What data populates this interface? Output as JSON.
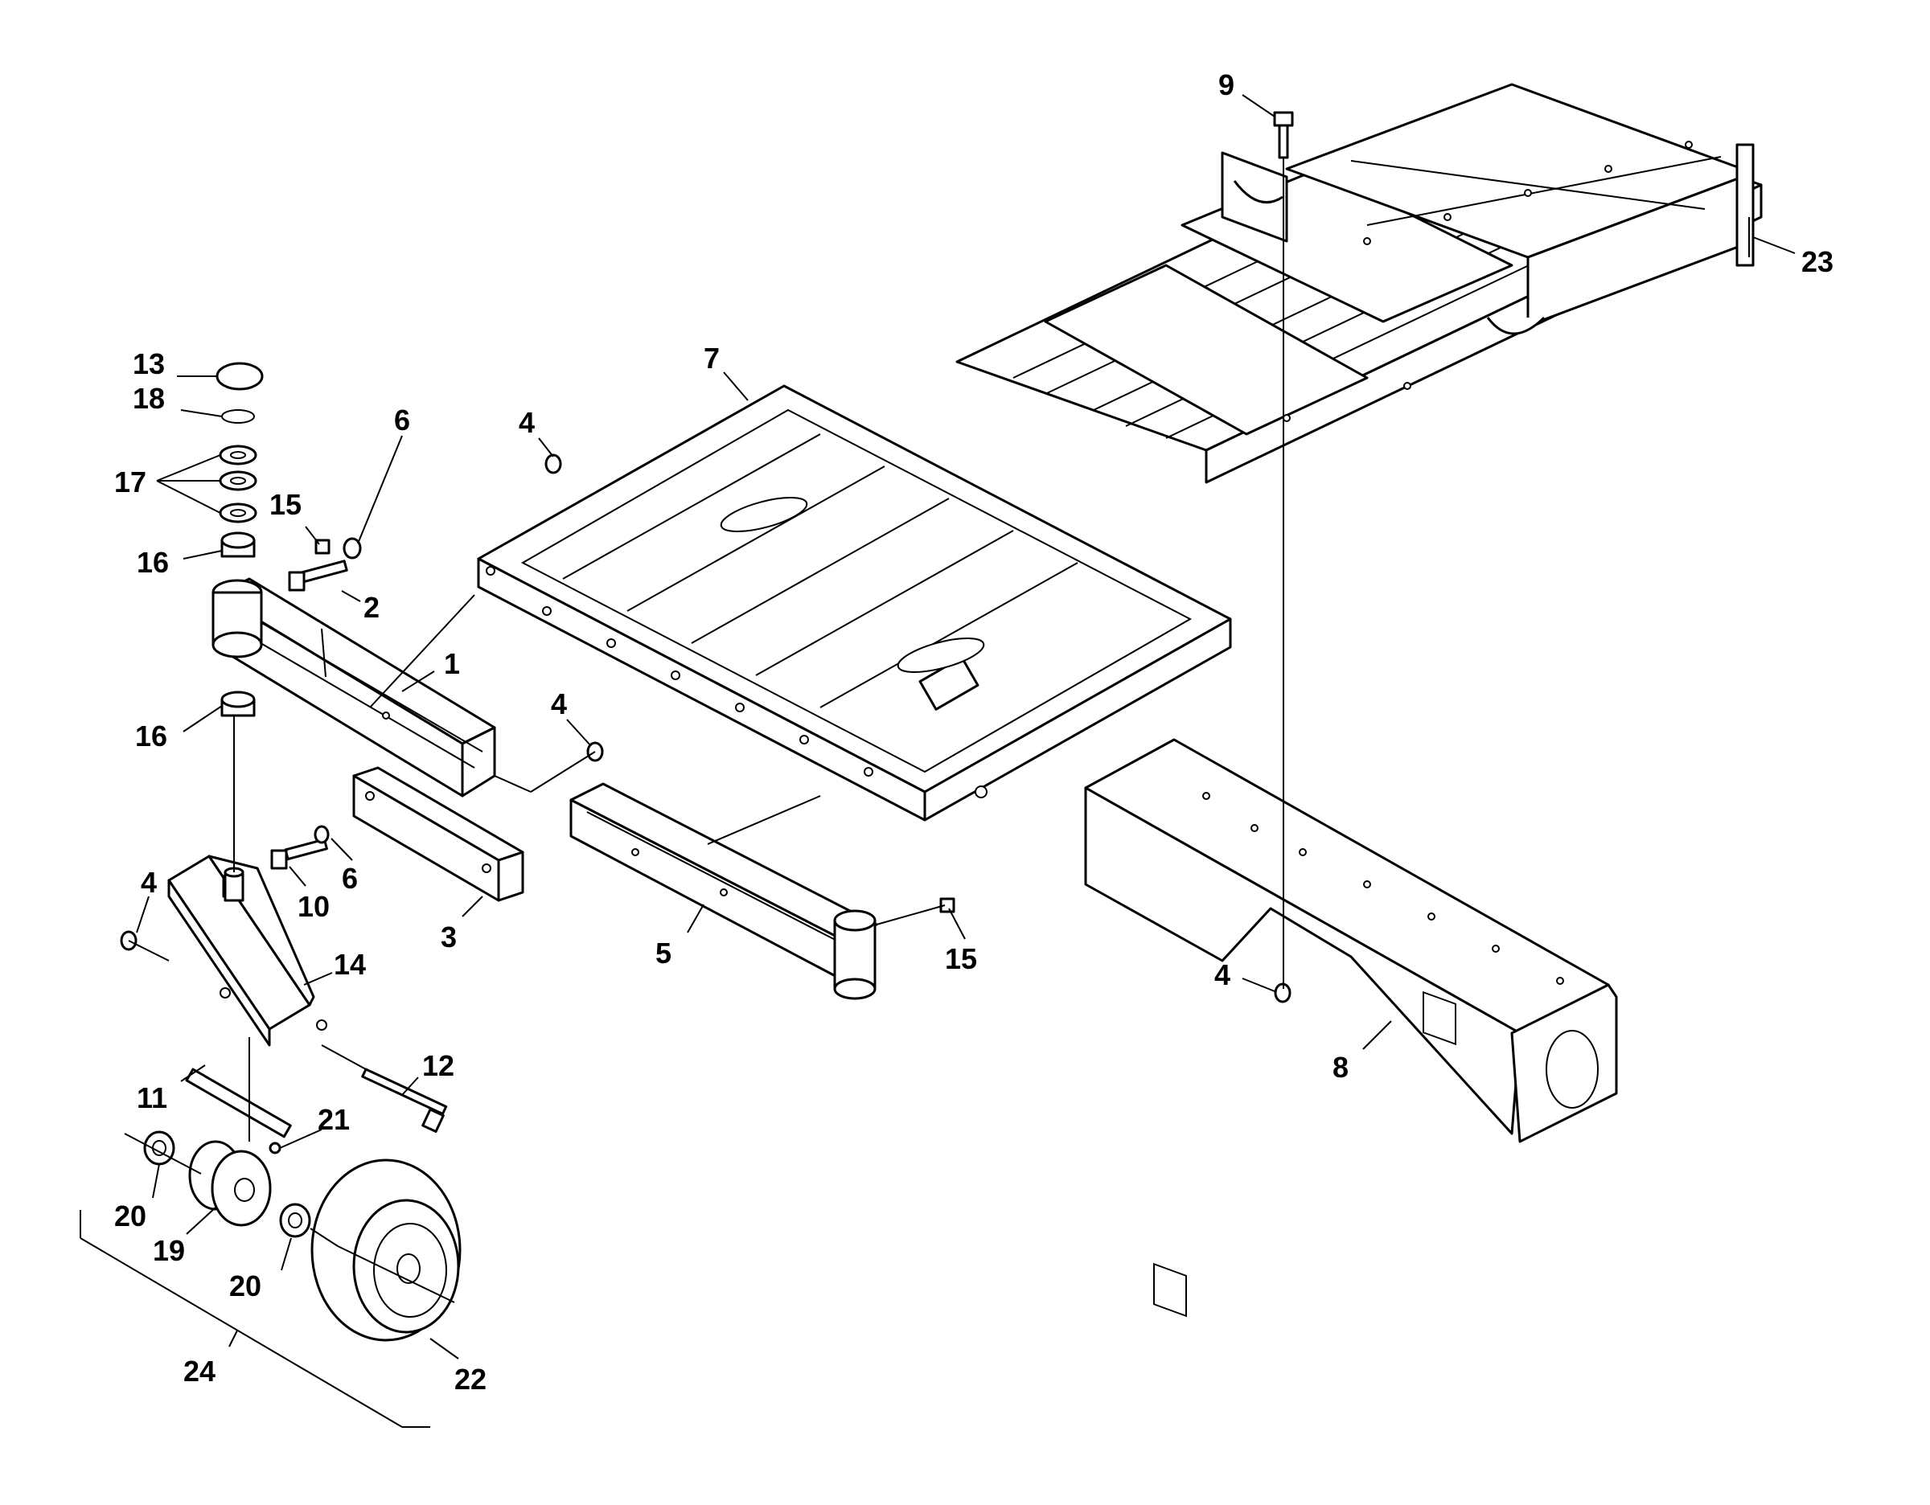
{
  "callouts": [
    {
      "id": "c1",
      "text": "1"
    },
    {
      "id": "c2",
      "text": "2"
    },
    {
      "id": "c3",
      "text": "3"
    },
    {
      "id": "c4a",
      "text": "4"
    },
    {
      "id": "c4b",
      "text": "4"
    },
    {
      "id": "c4c",
      "text": "4"
    },
    {
      "id": "c4d",
      "text": "4"
    },
    {
      "id": "c5",
      "text": "5"
    },
    {
      "id": "c6a",
      "text": "6"
    },
    {
      "id": "c6b",
      "text": "6"
    },
    {
      "id": "c7",
      "text": "7"
    },
    {
      "id": "c8",
      "text": "8"
    },
    {
      "id": "c9",
      "text": "9"
    },
    {
      "id": "c10",
      "text": "10"
    },
    {
      "id": "c11",
      "text": "11"
    },
    {
      "id": "c12",
      "text": "12"
    },
    {
      "id": "c13",
      "text": "13"
    },
    {
      "id": "c14",
      "text": "14"
    },
    {
      "id": "c15a",
      "text": "15"
    },
    {
      "id": "c15b",
      "text": "15"
    },
    {
      "id": "c16a",
      "text": "16"
    },
    {
      "id": "c16b",
      "text": "16"
    },
    {
      "id": "c17",
      "text": "17"
    },
    {
      "id": "c18",
      "text": "18"
    },
    {
      "id": "c19",
      "text": "19"
    },
    {
      "id": "c20a",
      "text": "20"
    },
    {
      "id": "c20b",
      "text": "20"
    },
    {
      "id": "c21",
      "text": "21"
    },
    {
      "id": "c22",
      "text": "22"
    },
    {
      "id": "c23",
      "text": "23"
    },
    {
      "id": "c24",
      "text": "24"
    }
  ]
}
